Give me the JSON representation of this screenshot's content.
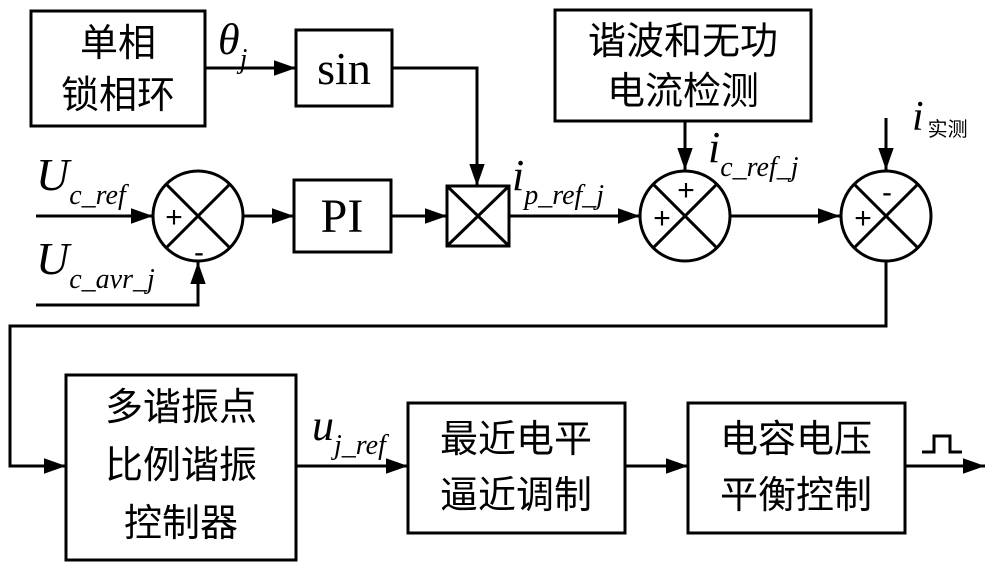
{
  "blocks": {
    "pll_line1": "单相",
    "pll_line2": "锁相环",
    "sin": "sin",
    "pi": "PI",
    "detect_line1": "谐波和无功",
    "detect_line2": "电流检测",
    "prc_line1": "多谐振点",
    "prc_line2": "比例谐振",
    "prc_line3": "控制器",
    "nlm_line1": "最近电平",
    "nlm_line2": "逼近调制",
    "cvb_line1": "电容电压",
    "cvb_line2": "平衡控制"
  },
  "signals": {
    "theta": "θ",
    "theta_sub": "j",
    "uc_ref": "U",
    "uc_ref_sub": "c_ref",
    "uc_avr": "U",
    "uc_avr_sub": "c_avr_j",
    "ip_ref": "i",
    "ip_ref_sub": "p_ref_j",
    "ic_ref": "i",
    "ic_ref_sub": "c_ref_j",
    "i_meas": "i",
    "i_meas_sub": "实测",
    "uj_ref": "u",
    "uj_ref_sub": "j_ref"
  },
  "signs": {
    "sum1_plus": "+",
    "sum1_minus": "-",
    "sum2_top": "+",
    "sum2_left": "+",
    "sum3_top": "-",
    "sum3_left": "+"
  }
}
